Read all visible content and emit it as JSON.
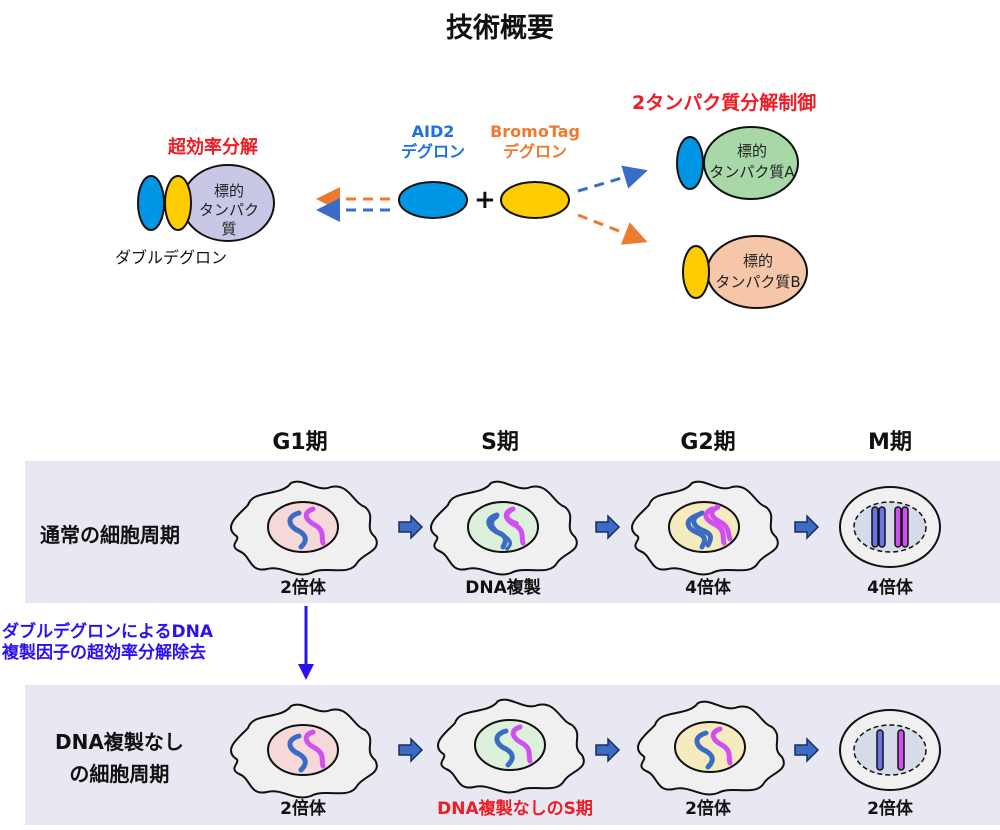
{
  "title": "技術概要",
  "top_section": {
    "left_group": {
      "heading": "超効率分解",
      "protein_label_line1": "標的",
      "protein_label_line2": "タンパク質",
      "caption": "ダブルデグロン"
    },
    "center_group": {
      "aid2_line1": "AID2",
      "aid2_line2": "デグロン",
      "bromotag_line1": "BromoTag",
      "bromotag_line2": "デグロン",
      "plus": "+"
    },
    "right_group": {
      "heading": "2タンパク質分解制御",
      "protein_a_line1": "標的",
      "protein_a_line2": "タンパク質A",
      "protein_b_line1": "標的",
      "protein_b_line2": "タンパク質B"
    },
    "colors": {
      "aid2_blue": "#0096e6",
      "bromotag_yellow": "#ffcc00",
      "aid2_text": "#1f6fe0",
      "bromotag_text": "#ee7a30",
      "heading_red": "#ee1c25",
      "target_protein_purple": "#c9c7e6",
      "protein_a_green": "#a8d8a8",
      "protein_b_peach": "#f5c6a8",
      "arrow_blue": "#3a6cc6",
      "arrow_orange": "#ee7a30"
    }
  },
  "phases": [
    "G1期",
    "S期",
    "G2期",
    "M期"
  ],
  "normal_cycle": {
    "label": "通常の細胞周期",
    "captions": [
      "2倍体",
      "DNA複製",
      "4倍体",
      "4倍体"
    ]
  },
  "transition_note": {
    "line1": "ダブルデグロンによるDNA",
    "line2": "複製因子の超効率分解除去"
  },
  "no_replication_cycle": {
    "label_line1": "DNA複製なし",
    "label_line2": "の細胞周期",
    "captions": [
      "2倍体",
      "DNA複製なしのS期",
      "2倍体",
      "2倍体"
    ]
  },
  "cell_colors": {
    "nucleus_g1": "#f5d8d8",
    "nucleus_s": "#dcf0dc",
    "nucleus_g2": "#f5ebbe",
    "nucleus_m": "#d6dbea",
    "cytoplasm": "#f0f0f0",
    "chromosome_blue": "#3b6cc4",
    "chromosome_magenta": "#d14ff0",
    "panel_bg": "#e8e8f3",
    "step_arrow": "#3a6cc6",
    "note_blue": "#2a12f0"
  }
}
